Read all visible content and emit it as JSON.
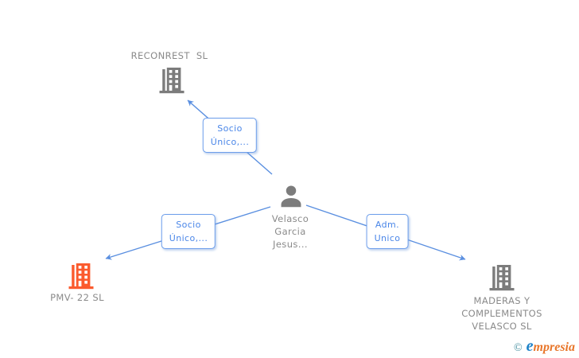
{
  "diagram": {
    "nodes": {
      "reconrest": {
        "label": "RECONREST  SL",
        "type": "company",
        "icon_color": "#7c7c7c"
      },
      "person": {
        "label": "Velasco\nGarcia\nJesus...",
        "type": "person",
        "icon_color": "#7c7c7c"
      },
      "pmv": {
        "label": "PMV- 22 SL",
        "type": "company",
        "icon_color": "#fb5b2e"
      },
      "maderas": {
        "label": "MADERAS Y\nCOMPLEMENTOS\nVELASCO SL",
        "type": "company",
        "icon_color": "#7c7c7c"
      }
    },
    "edges": [
      {
        "label": "Socio\nÚnico,...",
        "from": "person",
        "to": "reconrest"
      },
      {
        "label": "Socio\nÚnico,...",
        "from": "person",
        "to": "pmv"
      },
      {
        "label": "Adm.\nUnico",
        "from": "person",
        "to": "maderas"
      }
    ],
    "colors": {
      "edge_line": "#5a8fe0",
      "edge_box_border": "#6d9eeb",
      "edge_box_text": "#4a86e8",
      "label_gray": "#8a8a8a",
      "building_gray": "#7c7c7c",
      "building_orange": "#fb5b2e"
    }
  },
  "branding": {
    "copyright": "©",
    "logo_e": "e",
    "logo_rest": "mpresia"
  }
}
